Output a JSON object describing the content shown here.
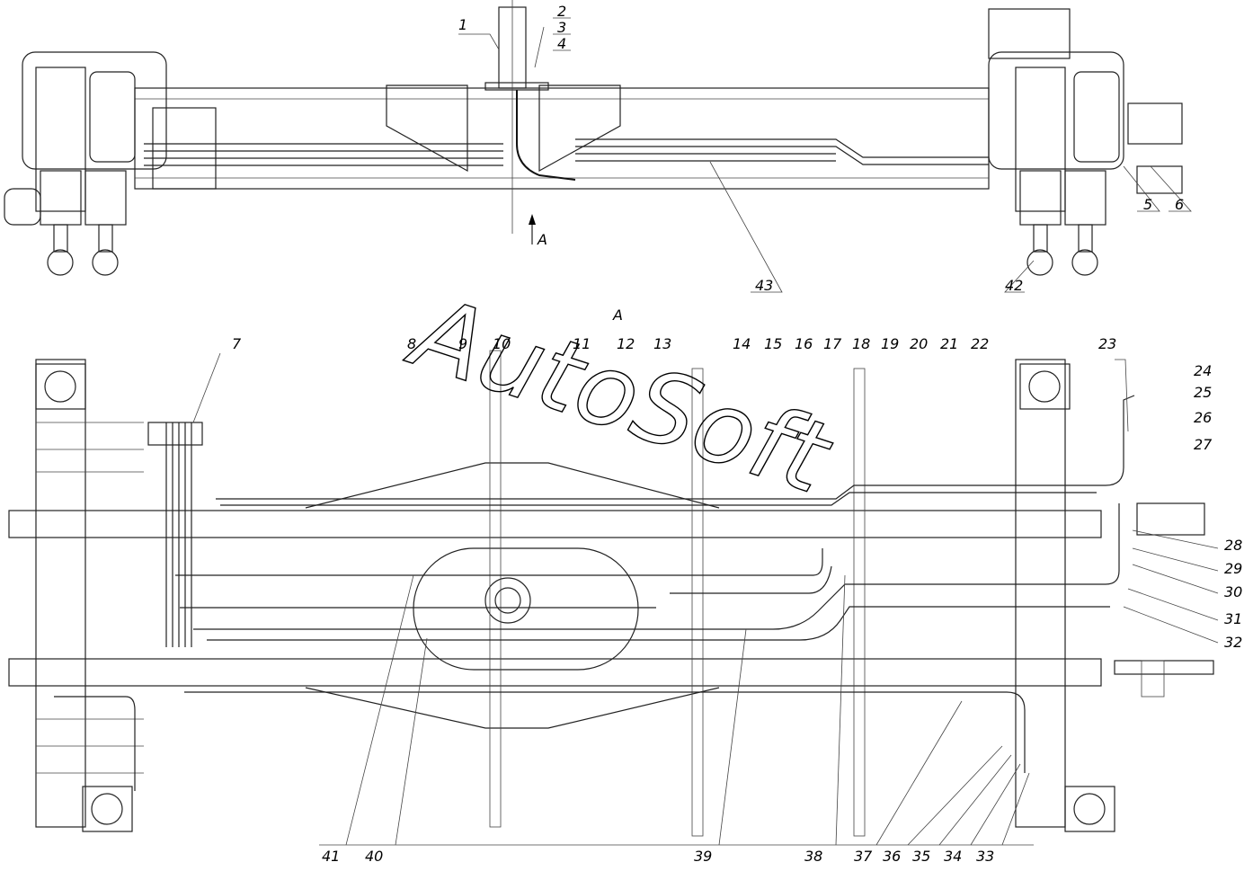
{
  "watermark": "AutoSoft",
  "view_label": "A",
  "arrow_label": "A",
  "top_labels": [
    "1",
    "2",
    "3",
    "4",
    "5",
    "6",
    "42",
    "43"
  ],
  "bottom_top_labels": [
    "7",
    "8",
    "9",
    "10",
    "11",
    "12",
    "13",
    "14",
    "15",
    "16",
    "17",
    "18",
    "19",
    "20",
    "21",
    "22",
    "23",
    "24",
    "25",
    "26",
    "27"
  ],
  "right_labels": [
    "28",
    "29",
    "30",
    "31",
    "32"
  ],
  "bottom_labels": [
    "41",
    "40",
    "39",
    "38",
    "37",
    "36",
    "35",
    "34",
    "33"
  ]
}
